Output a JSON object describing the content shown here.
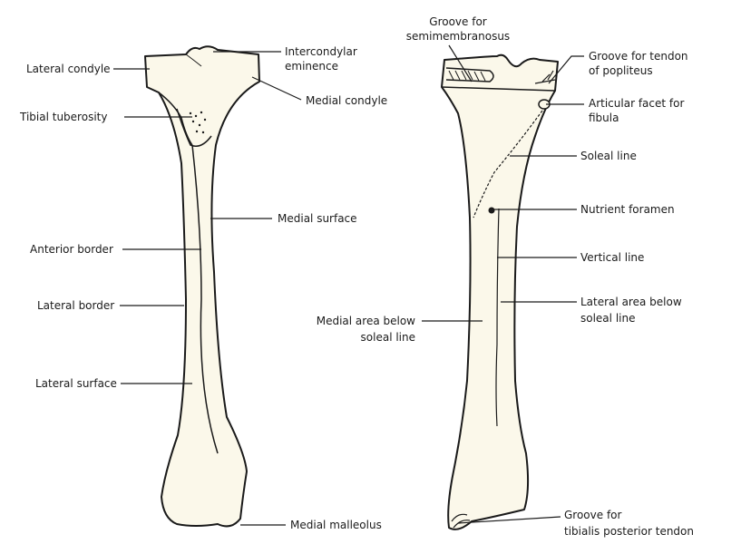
{
  "colors": {
    "bone_fill": "#fbf8ea",
    "outline": "#1a1a1a"
  },
  "anterior_view": {
    "labels": {
      "lateral_condyle": "Lateral condyle",
      "tibial_tuberosity": "Tibial tuberosity",
      "intercondylar_eminence_1": "Intercondylar",
      "intercondylar_eminence_2": "eminence",
      "medial_condyle": "Medial condyle",
      "medial_surface": "Medial surface",
      "anterior_border": "Anterior border",
      "lateral_border": "Lateral border",
      "lateral_surface": "Lateral surface",
      "medial_malleolus": "Medial malleolus"
    }
  },
  "posterior_view": {
    "labels": {
      "groove_semimembranosus_1": "Groove for",
      "groove_semimembranosus_2": "semimembranosus",
      "groove_popliteus_1": "Groove for tendon",
      "groove_popliteus_2": "of popliteus",
      "articular_facet_1": "Articular facet for",
      "articular_facet_2": "fibula",
      "soleal_line": "Soleal line",
      "nutrient_foramen": "Nutrient foramen",
      "vertical_line": "Vertical line",
      "lateral_area_1": "Lateral area below",
      "lateral_area_2": "soleal line",
      "medial_area_1": "Medial area below",
      "medial_area_2": "soleal line",
      "groove_tibialis_1": "Groove for",
      "groove_tibialis_2": "tibialis posterior tendon"
    }
  }
}
